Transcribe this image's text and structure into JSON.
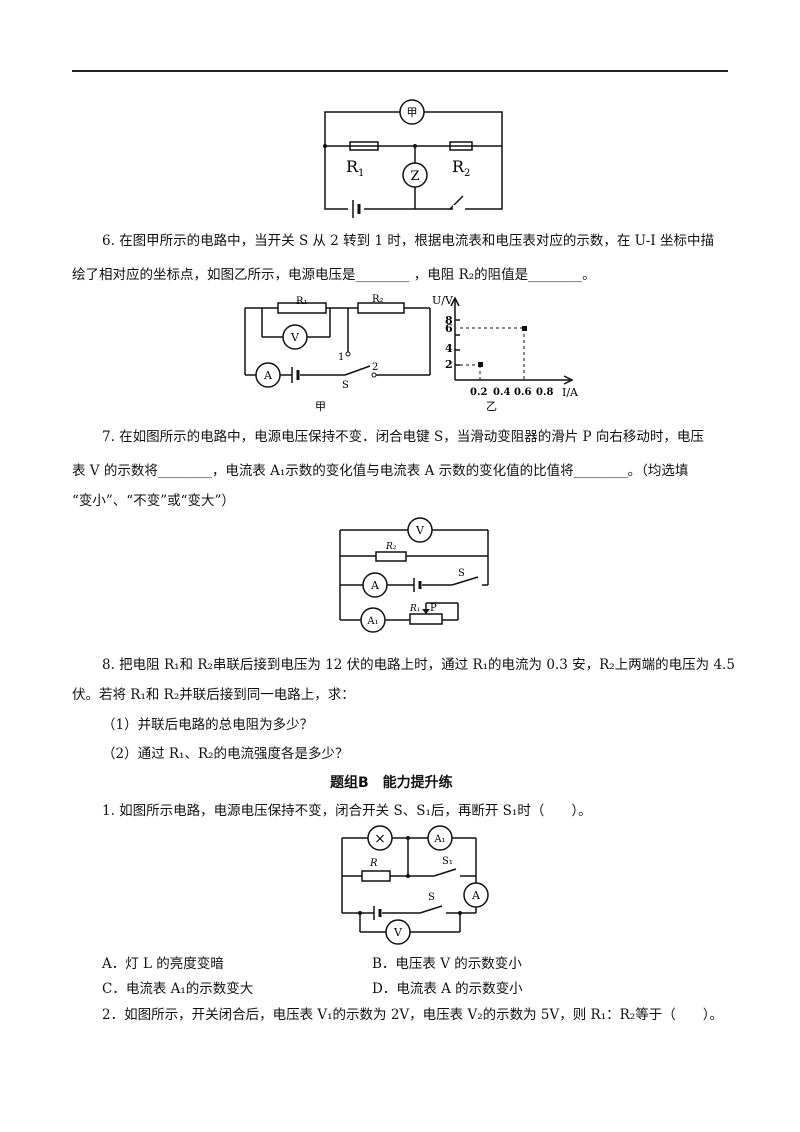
{
  "fig1": {
    "meter_top": "甲",
    "meter_mid": "Z",
    "r1": "R",
    "r1_sub": "1",
    "r2": "R",
    "r2_sub": "2"
  },
  "q6": {
    "line1": "6. 在图甲所示的电路中，当开关 S 从 2 转到 1 时，根据电流表和电压表对应的示数，在 U-I 坐标中描",
    "line2": "绘了相对应的坐标点，如图乙所示，电源电压是________ ，电阻 R₂的阻值是________。",
    "fig": {
      "r1": "R₁",
      "r2": "R₂",
      "voltmeter": "V",
      "ammeter": "A",
      "switch": "S",
      "pos1": "1",
      "pos2": "2",
      "caption_left": "甲",
      "caption_right": "乙",
      "y_axis_label": "U/V",
      "x_axis_label": "I/A",
      "y_ticks": [
        "8",
        "6",
        "4",
        "2"
      ],
      "x_ticks": [
        "0.2",
        "0.4",
        "0.6",
        "0.8"
      ]
    }
  },
  "q7": {
    "line1": "7. 在如图所示的电路中，电源电压保持不变．闭合电键 S，当滑动变阻器的滑片 P 向右移动时，电压",
    "line2": "表 V 的示数将________，电流表 A₁示数的变化值与电流表 A 示数的变化值的比值将________。（均选填",
    "line3": "“变小”、“不变”或“变大”）",
    "fig": {
      "voltmeter": "V",
      "r2": "R₂",
      "ammeter": "A",
      "switch": "S",
      "ammeter1": "A₁",
      "r_slider": "R₁",
      "slider": "P"
    }
  },
  "q8": {
    "line1": "8. 把电阻 R₁和 R₂串联后接到电压为 12 伏的电路上时，通过 R₁的电流为 0.3 安，R₂上两端的电压为 4.5",
    "line2": "伏。若将 R₁和 R₂并联后接到同一电路上，求：",
    "sub1": "（1）并联后电路的总电阻为多少？",
    "sub2": "（2）通过 R₁、R₂的电流强度各是多少？"
  },
  "group_b": {
    "heading": "题组B　能力提升练"
  },
  "b1": {
    "stem": "1. 如图所示电路，电源电压保持不变，闭合开关 S、S₁后，再断开 S₁时（　　）。",
    "fig": {
      "lamp": "×",
      "ammeter1": "A₁",
      "resistor": "R",
      "switch1": "S₁",
      "switch": "S",
      "ammeter": "A",
      "voltmeter": "V"
    },
    "optA": "A．灯 L 的亮度变暗",
    "optB": "B．电压表 V 的示数变小",
    "optC": "C．电流表 A₁的示数变大",
    "optD": "D．电流表 A 的示数变小"
  },
  "b2": {
    "stem": "2．如图所示，开关闭合后，电压表 V₁的示数为 2V，电压表 V₂的示数为 5V，则 R₁：R₂等于（　　）。"
  }
}
